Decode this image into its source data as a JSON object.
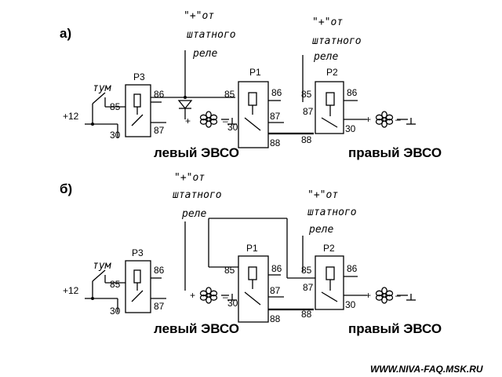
{
  "sections": {
    "a": "а)",
    "b": "б)"
  },
  "labels": {
    "relay_plus_line1": "\"+\"от",
    "relay_plus_line2": "штатного",
    "relay_plus_line3": "реле",
    "toggle": "тум",
    "power": "+12",
    "left_fan": "левый ЭВСО",
    "right_fan": "правый ЭВСО",
    "r3": "Р3",
    "r1": "Р1",
    "r2": "Р2",
    "plus": "+",
    "minus": "–"
  },
  "pins": {
    "p85": "85",
    "p86": "86",
    "p87": "87",
    "p30": "30",
    "p88": "88"
  },
  "footer": {
    "url": "WWW.NIVA-FAQ.MSK.RU"
  }
}
